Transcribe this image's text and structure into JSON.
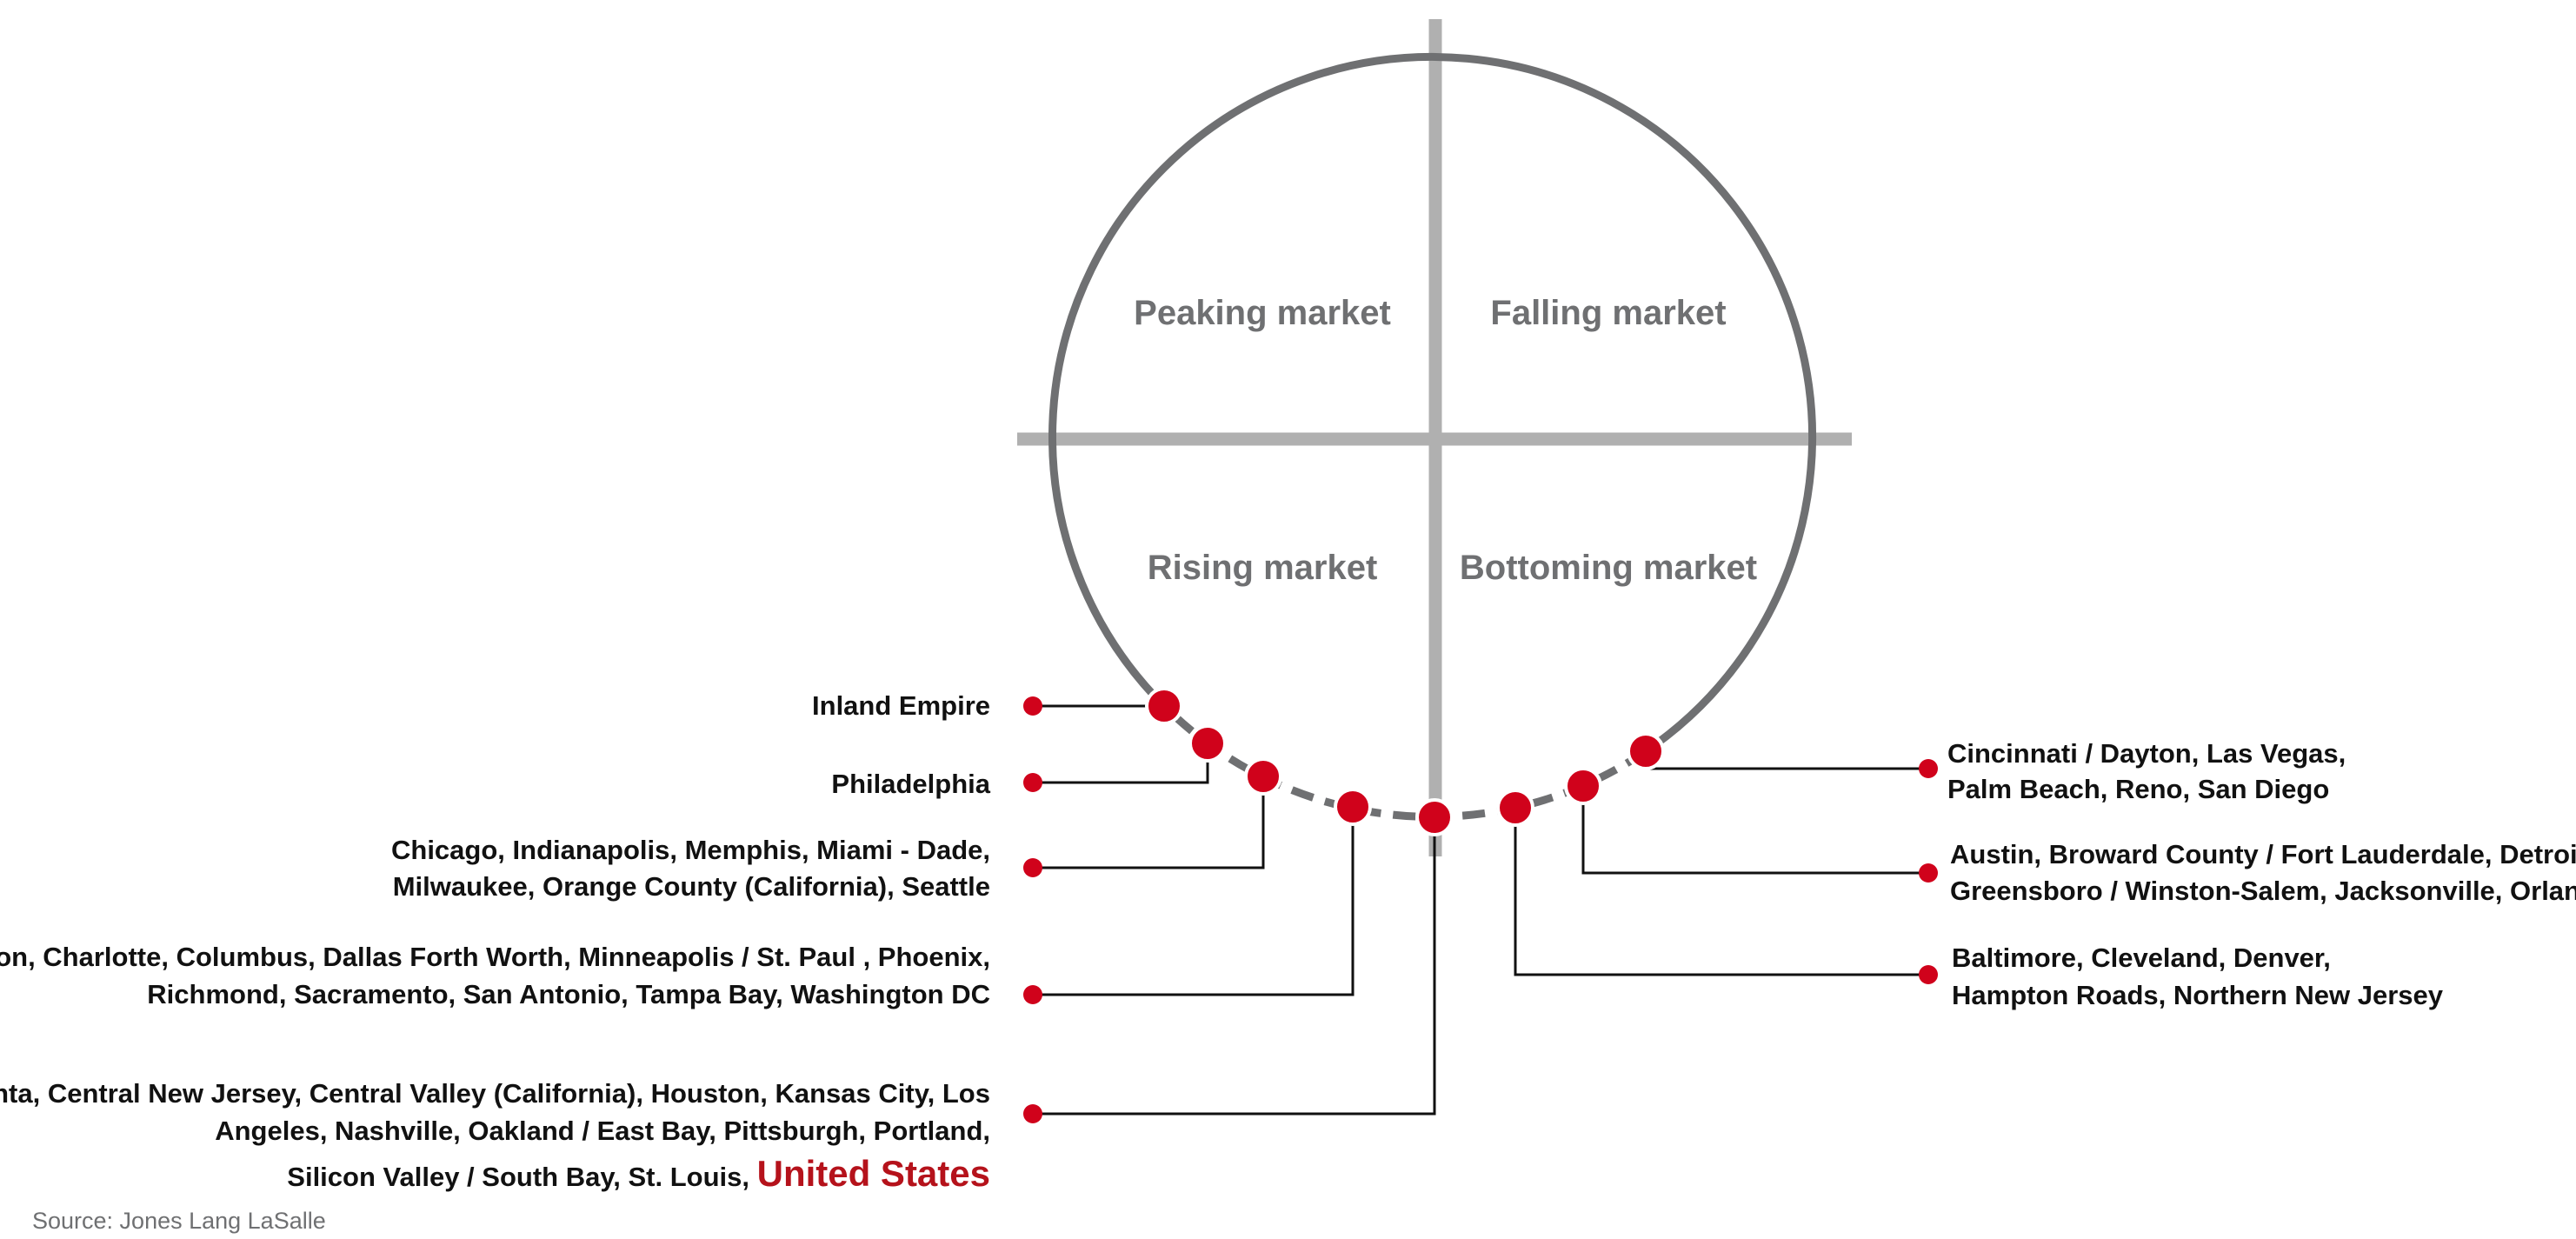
{
  "quadrants": {
    "top_left": "Peaking market",
    "top_right": "Falling market",
    "bottom_left": "Rising market",
    "bottom_right": "Bottoming market"
  },
  "groups": {
    "inland": {
      "line1": "Inland Empire"
    },
    "philadelphia": {
      "line1": "Philadelphia"
    },
    "chicago": {
      "line1": "Chicago, Indianapolis, Memphis, Miami - Dade,",
      "line2": "Milwaukee, Orange County (California), Seattle"
    },
    "boston": {
      "line1": "Boston, Charlotte, Columbus, Dallas Forth Worth, Minneapolis / St. Paul , Phoenix,",
      "line2": "Richmond, Sacramento,  San Antonio, Tampa Bay, Washington DC"
    },
    "atlanta": {
      "line1": "Atlanta, Central New Jersey, Central Valley (California), Houston, Kansas City, Los",
      "line2": "Angeles, Nashville, Oakland / East Bay, Pittsburgh, Portland,",
      "line3": "Silicon Valley / South Bay, St. Louis, ",
      "highlight": "United States"
    },
    "baltimore": {
      "line1": "Baltimore, Cleveland, Denver,",
      "line2": "Hampton Roads, Northern New Jersey"
    },
    "austin": {
      "line1": "Austin, Broward County / Fort Lauderdale, Detroit,",
      "line2": "Greensboro / Winston-Salem, Jacksonville, Orlando"
    },
    "cincinnati": {
      "line1": "Cincinnati / Dayton, Las Vegas,",
      "line2": "Palm Beach, Reno, San Diego"
    }
  },
  "source": "Source: Jones Lang LaSalle",
  "colors": {
    "circle": "#6f7072",
    "axes": "#b0b0b0",
    "marker": "#d0021b",
    "highlight": "#b5121b"
  }
}
